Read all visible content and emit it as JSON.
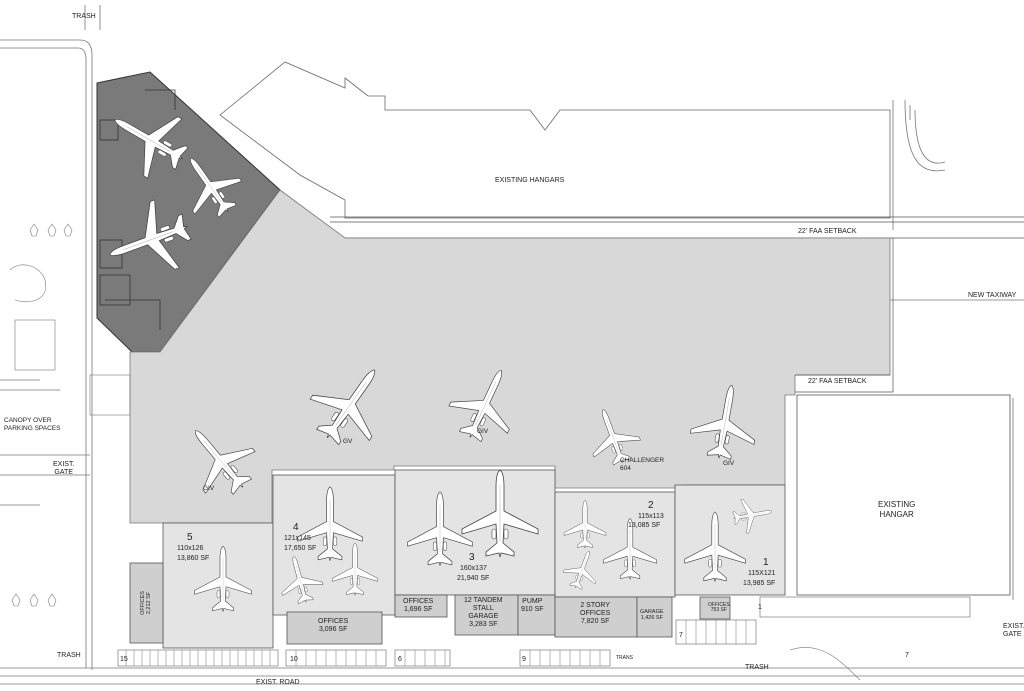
{
  "labels": {
    "trash_top": "TRASH",
    "existing_hangars": "EXISTING HANGARS",
    "setback_upper": "22' FAA SETBACK",
    "setback_lower": "22' FAA SETBACK",
    "new_taxiway": "NEW TAXIWAY",
    "canopy": "CANOPY OVER\nPARKING SPACES",
    "exist_gate_left": "EXIST.\nGATE",
    "exist_gate_right": "EXIST.\nGATE",
    "existing_hangar": "EXISTING\nHANGAR",
    "exist_road": "EXIST. ROAD",
    "trash_bottom_left": "TRASH",
    "trash_bottom_right": "TRASH",
    "trans": "TRANS"
  },
  "aircraft": {
    "gv_1": "GV",
    "giv_1": "GIV",
    "giv_2": "GIV",
    "challenger": "CHALLENGER\n604",
    "gv_2": "GIV"
  },
  "hangars": {
    "h5": {
      "number": "5",
      "dims": "110x126",
      "area": "13,860 SF"
    },
    "h4": {
      "number": "4",
      "dims": "121x145",
      "area": "17,650 SF"
    },
    "h3": {
      "number": "3",
      "dims": "160x137",
      "area": "21,940 SF"
    },
    "h2": {
      "number": "2",
      "dims": "115x113",
      "area": "13,085 SF"
    },
    "h1": {
      "number": "1",
      "dims": "115X121",
      "area": "13,985 SF"
    }
  },
  "support": {
    "offices_left": "OFFICES\n2,212 SF",
    "offices_h4": "OFFICES\n3,096 SF",
    "offices_h3": "OFFICES\n1,696 SF",
    "garage": "12 TANDEM\nSTALL\nGARAGE\n3,283 SF",
    "pump": "PUMP\n910 SF",
    "offices_2story": "2 STORY\nOFFICES\n7,820 SF",
    "garage_small": "GARAGE\n1,426 SF",
    "offices_h1": "OFFICES\n753 SF"
  },
  "parking_counts": {
    "p15": "15",
    "p10": "10",
    "p6": "6",
    "p9": "9",
    "p7a": "7",
    "p1": "1",
    "p7b": "7"
  },
  "colors": {
    "apron": "#d8d8d8",
    "dark_lot": "#777777",
    "hangar_floor": "#e2e2e2",
    "line": "#555555",
    "plane": "#ffffff"
  }
}
